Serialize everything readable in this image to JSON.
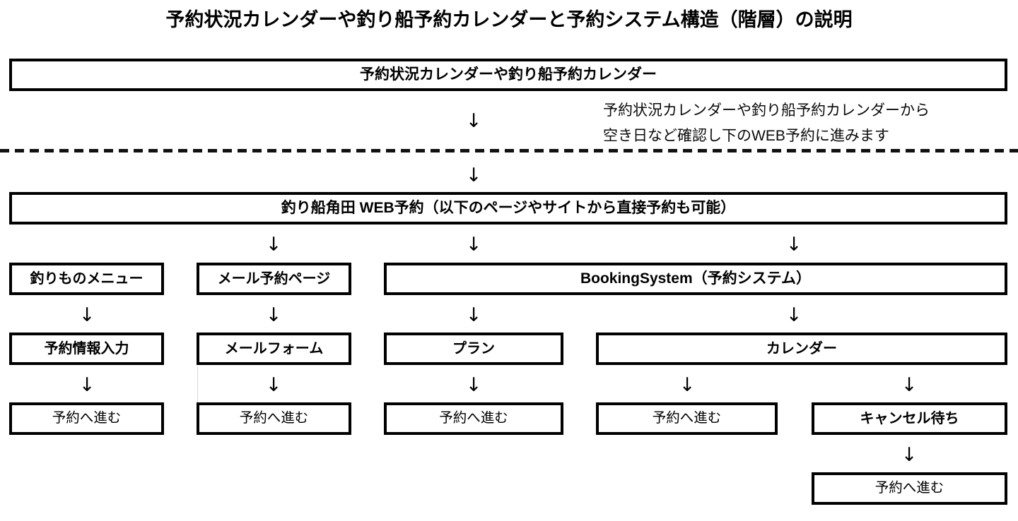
{
  "title": "予約状況カレンダーや釣り船予約カレンダーと予約システム構造（階層）の説明",
  "note": {
    "line1": "予約状況カレンダーや釣り船予約カレンダーから",
    "line2": "空き日など確認し下のWEB予約に進みます"
  },
  "arrow_glyph": "↓",
  "colors": {
    "border": "#000000",
    "background": "#ffffff",
    "text": "#000000",
    "artifact": "#d8d8d8"
  },
  "nodes": {
    "calendar_top": "予約状況カレンダーや釣り船予約カレンダー",
    "web_reservation": "釣り船角田 WEB予約（以下のページやサイトから直接予約も可能）",
    "fishing_menu": "釣りものメニュー",
    "mail_reservation_page": "メール予約ページ",
    "booking_system": "BookingSystem（予約システム）",
    "reservation_info_input": "予約情報入力",
    "mail_form": "メールフォーム",
    "plan": "プラン",
    "calendar": "カレンダー",
    "proceed_col1": "予約へ進む",
    "proceed_col2": "予約へ進む",
    "proceed_col3": "予約へ進む",
    "proceed_col4": "予約へ進む",
    "cancel_wait": "キャンセル待ち",
    "proceed_col5": "予約へ進む"
  }
}
